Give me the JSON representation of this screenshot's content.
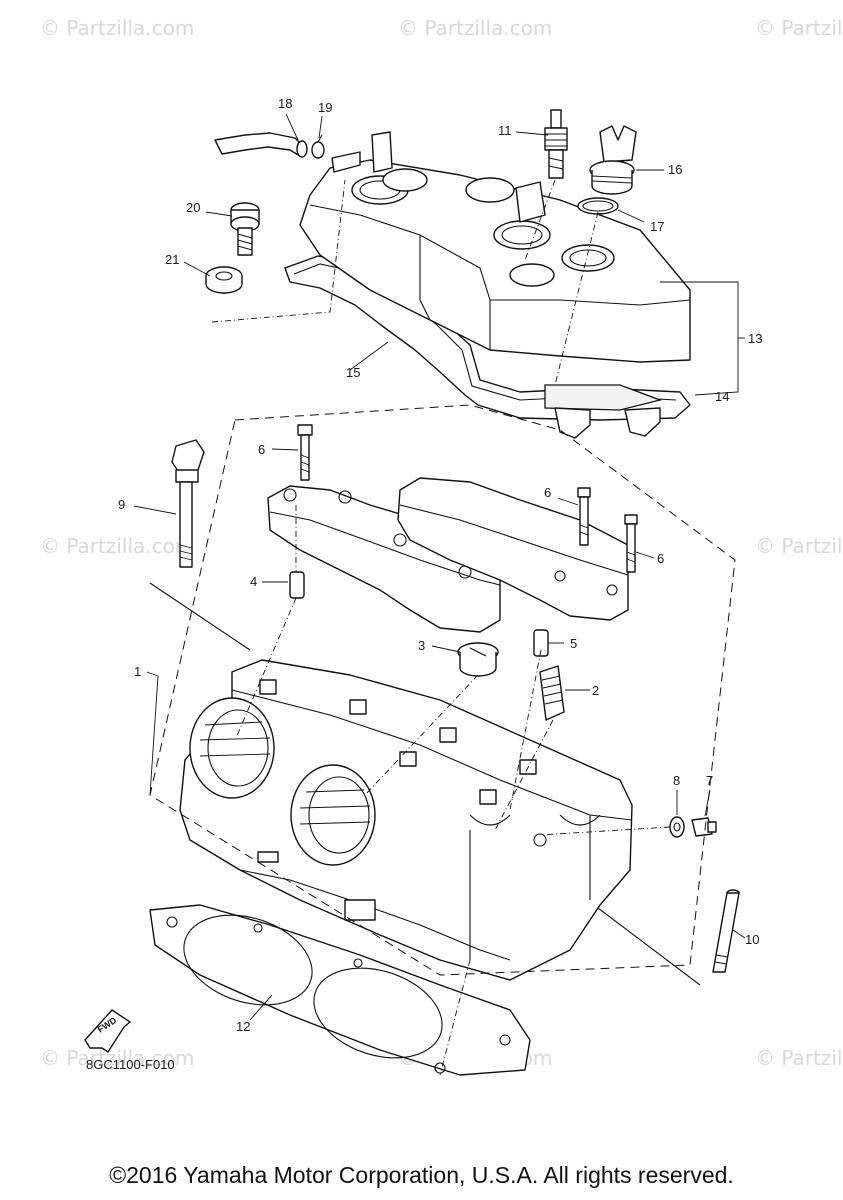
{
  "watermark": "© Partzilla.com",
  "diagram_code": "8GC1100-F010",
  "fwd_label": "FWD",
  "copyright": "©2016 Yamaha Motor Corporation, U.S.A. All rights reserved.",
  "callouts": {
    "c1": "1",
    "c2": "2",
    "c3": "3",
    "c4": "4",
    "c5": "5",
    "c6a": "6",
    "c6b": "6",
    "c6c": "6",
    "c7": "7",
    "c8": "8",
    "c9": "9",
    "c10": "10",
    "c11": "11",
    "c12": "12",
    "c13": "13",
    "c14": "14",
    "c15": "15",
    "c16": "16",
    "c17": "17",
    "c18": "18",
    "c19": "19",
    "c20": "20",
    "c21": "21"
  }
}
